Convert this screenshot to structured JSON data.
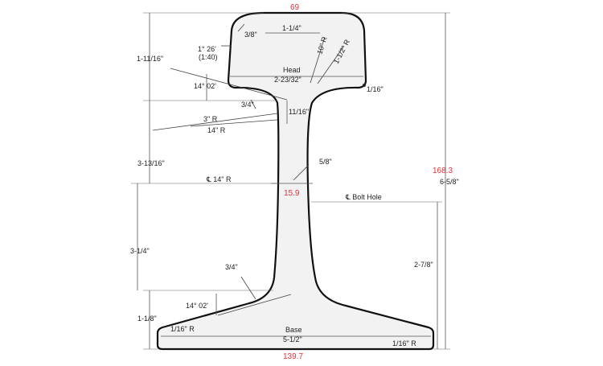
{
  "metric": {
    "head_width": "69",
    "web_thickness": "15.9",
    "height": "168.3",
    "base_width": "139.7"
  },
  "labels": {
    "head_width": "1-1/4\"",
    "head_corner": "3/8\"",
    "head_r10": "10\" R",
    "head_r112": "1-1/2\" R",
    "head_label": "Head",
    "head_dim": "2-23/32\"",
    "head_fillet": "1/16\"",
    "cant_angle": "1° 26'",
    "cant_ratio": "(1:40)",
    "head_height": "1-11/16\"",
    "angle_top": "14° 02'",
    "fillet_top": "3/4\"",
    "r3": "3\" R",
    "r14_top": "14\" R",
    "dim_11_16": "11/16\"",
    "fishing_height": "3-13/16\"",
    "web_dim": "5/8\"",
    "web_center_r": "℄ 14\" R",
    "bolt_hole": "℄ Bolt Hole",
    "total_height": "6-5/8\"",
    "lower_height": "3-1/4\"",
    "fillet_bottom": "3/4\"",
    "bolt_height": "2-7/8\"",
    "angle_bottom": "14° 02'",
    "base_edge_height": "1-1/8\"",
    "base_corner_left": "1/16\" R",
    "base_label": "Base",
    "base_dim": "5-1/2\"",
    "base_corner_right": "1/16\" R"
  },
  "colors": {
    "metric": "#e0303a",
    "outline": "#111111",
    "fill": "#f2f2f2"
  }
}
